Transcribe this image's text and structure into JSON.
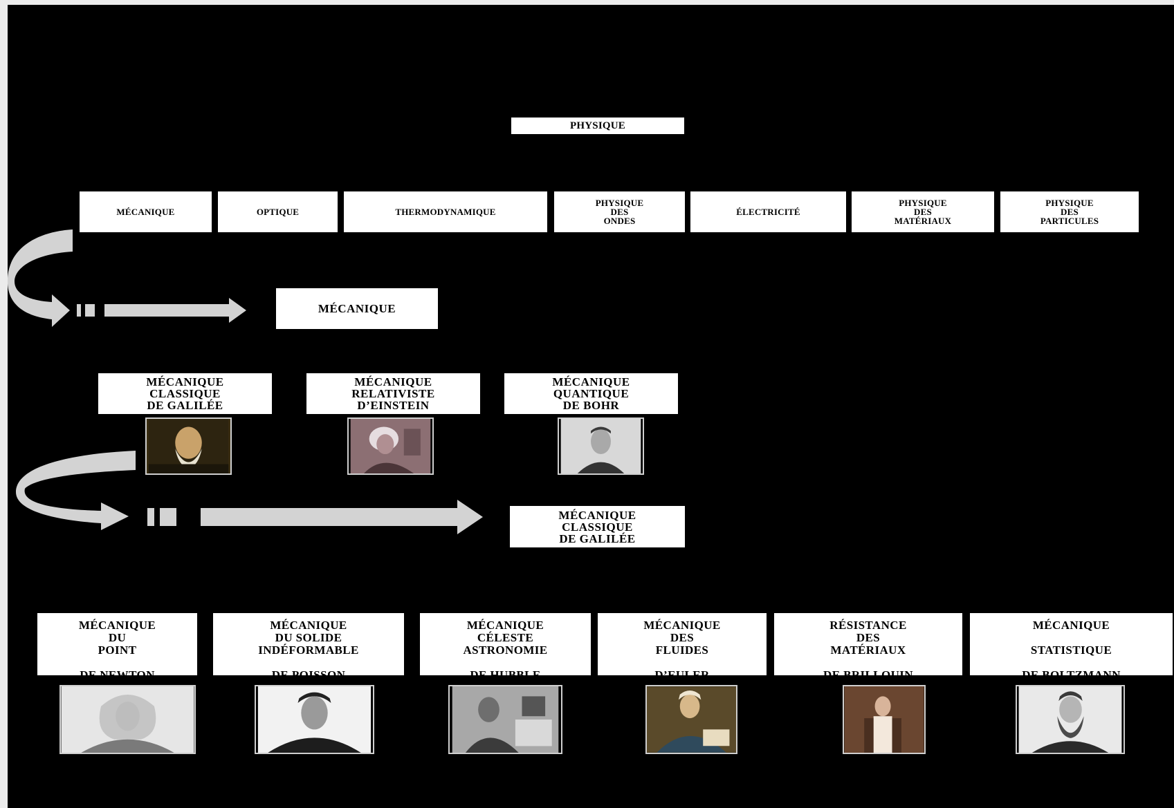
{
  "root": {
    "label": "PHYSIQUE"
  },
  "categories": [
    {
      "label": "MÉCANIQUE"
    },
    {
      "label": "OPTIQUE"
    },
    {
      "label": "THERMODYNAMIQUE"
    },
    {
      "label": "PHYSIQUE\nDES\nONDES"
    },
    {
      "label": "ÉLECTRICITÉ"
    },
    {
      "label": "PHYSIQUE\nDES\nMATÉRIAUX"
    },
    {
      "label": "PHYSIQUE\nDES\nPARTICULES"
    }
  ],
  "selected_category": {
    "label": "MÉCANIQUE"
  },
  "branches": [
    {
      "label": "MÉCANIQUE\nCLASSIQUE\nDE GALILÉE",
      "portrait": "galilee-portrait"
    },
    {
      "label": "MÉCANIQUE\nRELATIVISTE\nD’EINSTEIN",
      "portrait": "einstein-portrait"
    },
    {
      "label": "MÉCANIQUE\nQUANTIQUE\nDE BOHR",
      "portrait": "bohr-portrait"
    }
  ],
  "selected_branch": {
    "label": "MÉCANIQUE\nCLASSIQUE\nDE GALILÉE"
  },
  "sub_branches": [
    {
      "lines": "MÉCANIQUE\nDU\nPOINT",
      "author": "DE NEWTON",
      "portrait": "newton-portrait"
    },
    {
      "lines": "MÉCANIQUE\nDU SOLIDE\nINDÉFORMABLE",
      "author": "DE POISSON",
      "portrait": "poisson-portrait"
    },
    {
      "lines": "MÉCANIQUE\nCÉLESTE\nASTRONOMIE",
      "author": "DE HUBBLE",
      "portrait": "hubble-portrait"
    },
    {
      "lines": "MÉCANIQUE\nDES\nFLUIDES",
      "author": "D’EULER",
      "portrait": "euler-portrait"
    },
    {
      "lines": "RÉSISTANCE\nDES\nMATÉRIAUX",
      "author": "DE BRILLOUIN",
      "portrait": "brillouin-portrait"
    },
    {
      "lines": "MÉCANIQUE\n\nSTATISTIQUE",
      "author": "DE BOLTZMANN",
      "portrait": "boltzmann-portrait"
    }
  ],
  "colors": {
    "background": "#000000",
    "box": "#ffffff",
    "arrow": "#d0d0d0"
  }
}
